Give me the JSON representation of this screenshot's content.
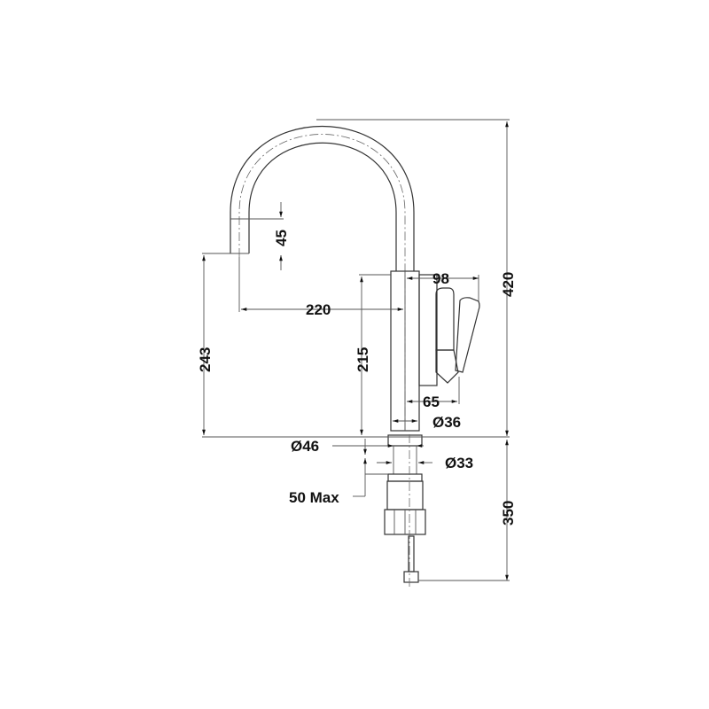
{
  "drawing": {
    "title": "Kitchen faucet technical drawing",
    "line_color": "#333333",
    "text_color": "#111111",
    "dimensions": {
      "spout_drop": "45",
      "reach": "220",
      "spout_height": "243",
      "body_height": "215",
      "handle_width": "98",
      "handle_offset": "65",
      "body_diameter": "Ø36",
      "base_diameter": "Ø46",
      "shank_diameter": "Ø33",
      "max_worktop": "50 Max",
      "total_height": "420",
      "under_length": "350"
    }
  }
}
